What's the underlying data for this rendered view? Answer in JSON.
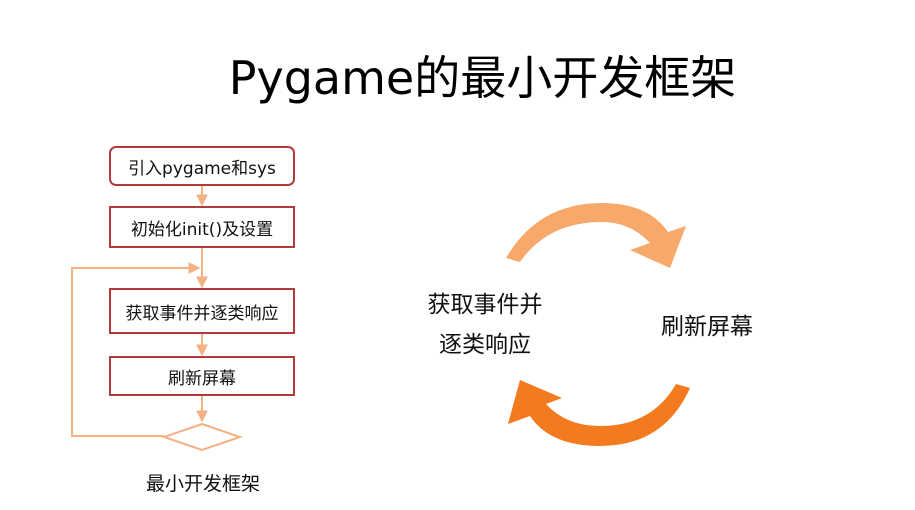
{
  "title": "Pygame的最小开发框架",
  "flowchart": {
    "steps": [
      "引入pygame和sys",
      "初始化init()及设置",
      "获取事件并逐类响应",
      "刷新屏幕"
    ],
    "caption": "最小开发框架"
  },
  "cycle": {
    "left_line1": "获取事件并",
    "left_line2": "逐类响应",
    "right": "刷新屏幕"
  },
  "colors": {
    "box_border": "#b23a3a",
    "connector": "#f4b183",
    "arrow_top": "#f7a86b",
    "arrow_bottom": "#f47a1f"
  }
}
